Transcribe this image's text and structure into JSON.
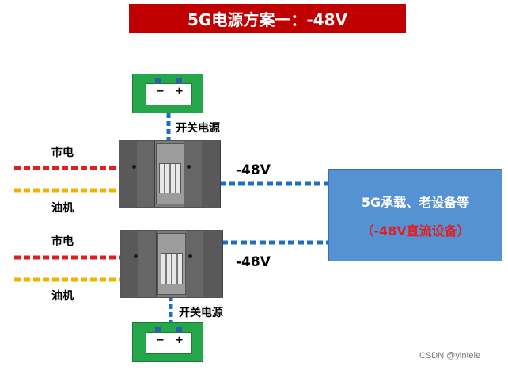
{
  "title": "5G电源方案一：-48V",
  "labels": {
    "mains_top": "市电",
    "diesel_top": "油机",
    "mains_bottom": "市电",
    "diesel_bottom": "油机",
    "switch_power_top": "开关电源",
    "switch_power_bottom": "开关电源",
    "voltage_top": "-48V",
    "voltage_bottom": "-48V"
  },
  "battery": {
    "minus": "−",
    "plus": "+"
  },
  "load_box": {
    "line1": "5G承载、老设备等",
    "line2": "（-48V直流设备）"
  },
  "watermark": "CSDN @yintele",
  "colors": {
    "title_bg": "#c00000",
    "mains_line": "#e02020",
    "diesel_line": "#f0b400",
    "dc_line": "#1f6fc0",
    "load_bg": "#5592d4",
    "battery_bg": "#25a64a"
  }
}
